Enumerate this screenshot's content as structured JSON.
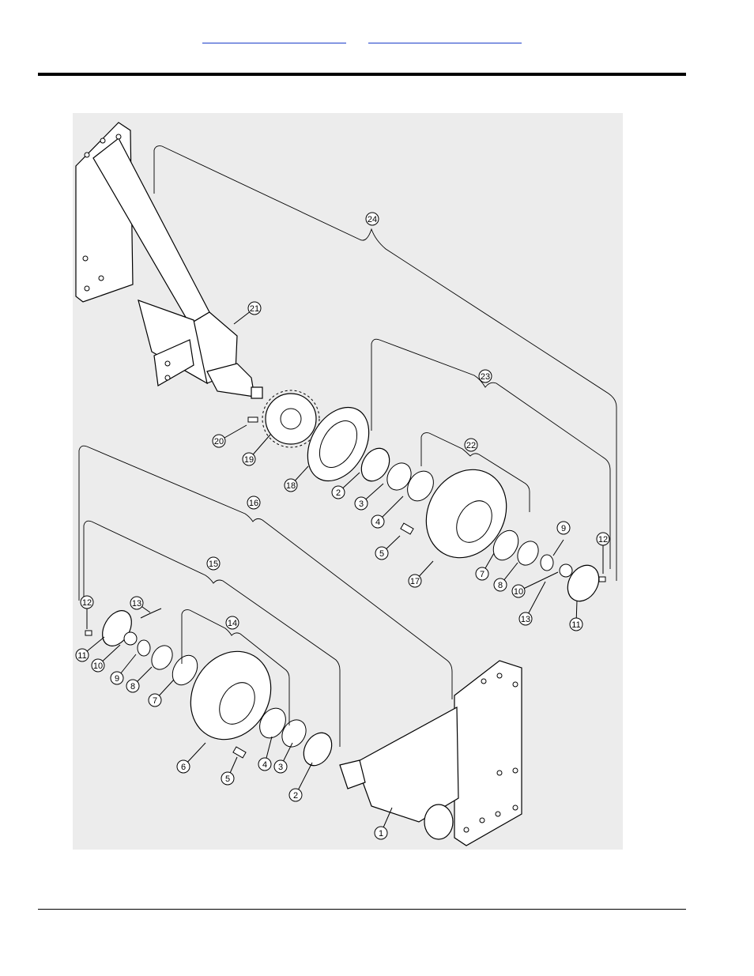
{
  "header": {
    "link_left": "",
    "link_right": ""
  },
  "callouts": [
    "1",
    "2",
    "3",
    "4",
    "5",
    "6",
    "7",
    "8",
    "9",
    "10",
    "11",
    "12",
    "13",
    "14",
    "15",
    "16",
    "17",
    "18",
    "19",
    "20",
    "21",
    "22",
    "23",
    "24"
  ],
  "colors": {
    "ink": "#000000",
    "link": "#1a3cc8",
    "paper": "#ffffff",
    "diagram_bg": "#ececec"
  }
}
